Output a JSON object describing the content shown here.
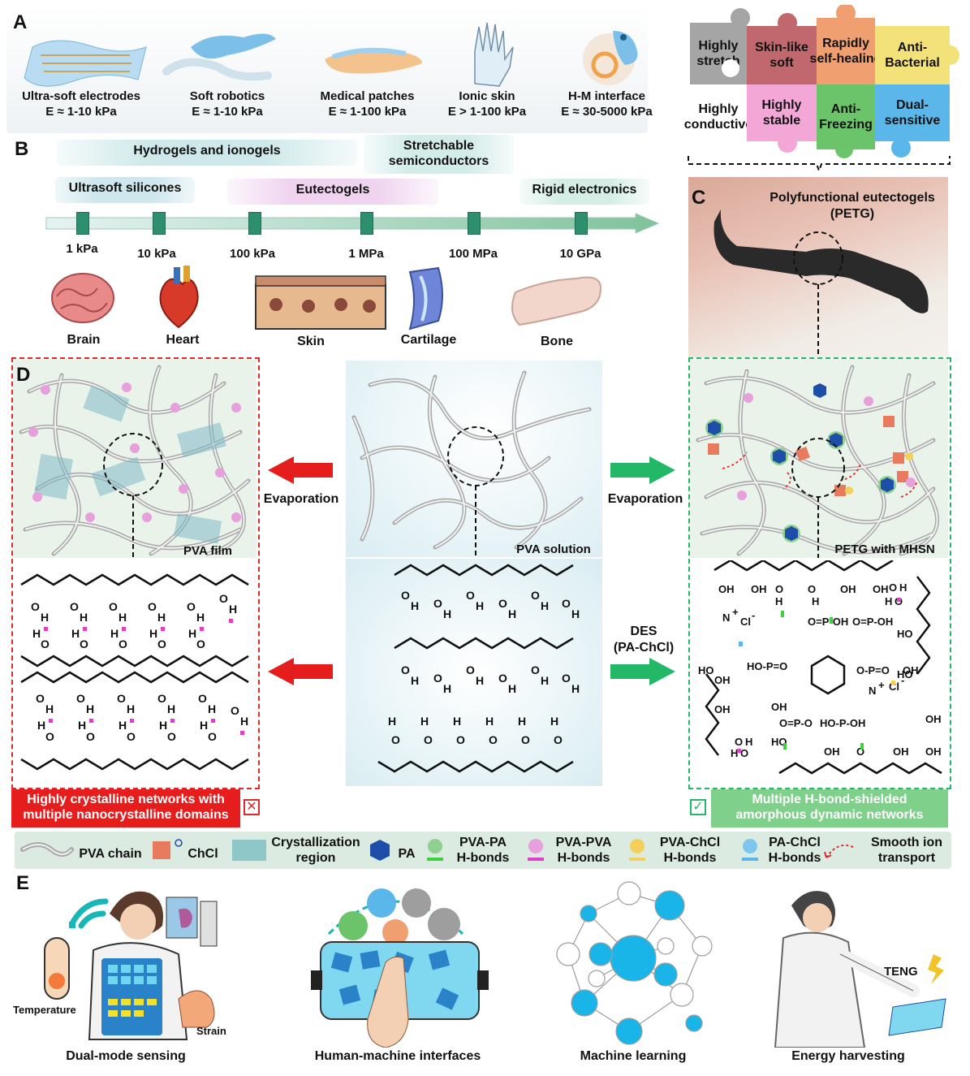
{
  "panelA": {
    "letter": "A",
    "items": [
      {
        "name": "Ultra-soft electrodes",
        "modulus": "E ≈ 1-10 kPa"
      },
      {
        "name": "Soft robotics",
        "modulus": "E ≈ 1-10 kPa"
      },
      {
        "name": "Medical patches",
        "modulus": "E ≈ 1-100 kPa"
      },
      {
        "name": "Ionic skin",
        "modulus": "E > 1-100 kPa"
      },
      {
        "name": "H-M interface",
        "modulus": "E ≈ 30-5000 kPa"
      }
    ]
  },
  "puzzle": {
    "pieces": [
      {
        "text": "Highly\nstretch",
        "color": "#9e9e9e"
      },
      {
        "text": "Skin-like\nsoft",
        "color": "#c0686d"
      },
      {
        "text": "Rapidly\nself-healing",
        "color": "#f0a070"
      },
      {
        "text": "Anti-\nBacterial",
        "color": "#f3e27a"
      },
      {
        "text": "Highly\nconductive",
        "color": "#ffffff"
      },
      {
        "text": "Highly\nstable",
        "color": "#f2a7d6"
      },
      {
        "text": "Anti-\nFreezing",
        "color": "#6cc46a"
      },
      {
        "text": "Dual-\nsensitive",
        "color": "#5bb7ea"
      }
    ]
  },
  "panelB": {
    "letter": "B",
    "bands": [
      {
        "text": "Hydrogels and ionogels",
        "color": "#cfe9ea"
      },
      {
        "text": "Stretchable\nsemiconductors",
        "color": "#d3ece9"
      },
      {
        "text": "Ultrasoft silicones",
        "color": "#cde7ec"
      },
      {
        "text": "Eutectogels",
        "color": "#efd3ef"
      },
      {
        "text": "Rigid electronics",
        "color": "#d4eee6"
      }
    ],
    "scale": [
      "1 kPa",
      "10 kPa",
      "100 kPa",
      "1 MPa",
      "100 MPa",
      "10 GPa"
    ],
    "tissues": [
      "Brain",
      "Heart",
      "Skin",
      "Cartilage",
      "Bone"
    ]
  },
  "panelC": {
    "letter": "C",
    "title": "Polyfunctional eutectogels\n(PETG)"
  },
  "panelD": {
    "letter": "D",
    "left_net_label": "PVA film",
    "center_label": "PVA solution",
    "right_net_label": "PETG with MHSN",
    "evap_left": "Evaporation",
    "evap_right": "Evaporation",
    "des_label": "DES\n(PA-ChCl)",
    "left_caption": "Highly crystalline networks with\nmultiple nanocrystalline domains",
    "right_caption": "Multiple H-bond-shielded\namorphous dynamic networks"
  },
  "legend": [
    {
      "text": "PVA chain"
    },
    {
      "text": "ChCl"
    },
    {
      "text": "Crystallization\nregion"
    },
    {
      "text": "PA"
    },
    {
      "text": "PVA-PA\nH-bonds"
    },
    {
      "text": "PVA-PVA\nH-bonds"
    },
    {
      "text": "PVA-ChCl\nH-bonds"
    },
    {
      "text": "PA-ChCl\nH-bonds"
    },
    {
      "text": "Smooth ion\ntransport"
    }
  ],
  "panelE": {
    "letter": "E",
    "apps": [
      "Dual-mode sensing",
      "Human-machine interfaces",
      "Machine learning",
      "Energy harvesting"
    ],
    "temperature": "Temperature",
    "strain": "Strain",
    "teng": "TENG"
  }
}
